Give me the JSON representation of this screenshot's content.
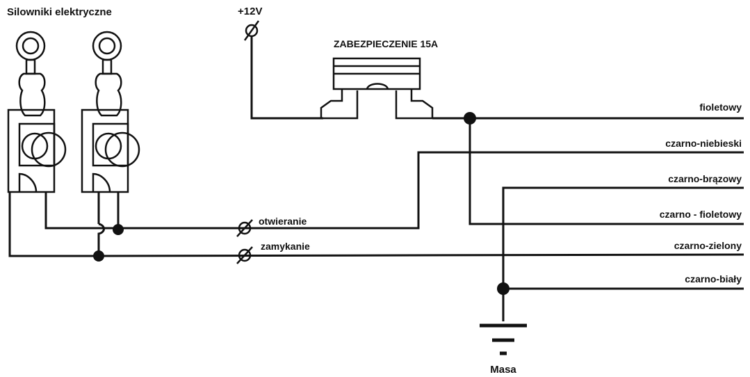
{
  "diagram": {
    "title": "Silowniki elektryczne",
    "supply_label": "+12V",
    "fuse_label": "ZABEZPIECZENIE 15A",
    "ground_label": "Masa",
    "switch_labels": {
      "open": "otwieranie",
      "close": "zamykanie"
    },
    "wires": [
      {
        "label": "fioletowy"
      },
      {
        "label": "czarno-niebieski"
      },
      {
        "label": "czarno-brązowy"
      },
      {
        "label": "czarno - fioletowy"
      },
      {
        "label": "czarno-zielony"
      },
      {
        "label": "czarno-biały"
      }
    ],
    "colors": {
      "ink": "#111111",
      "background": "#ffffff"
    }
  }
}
